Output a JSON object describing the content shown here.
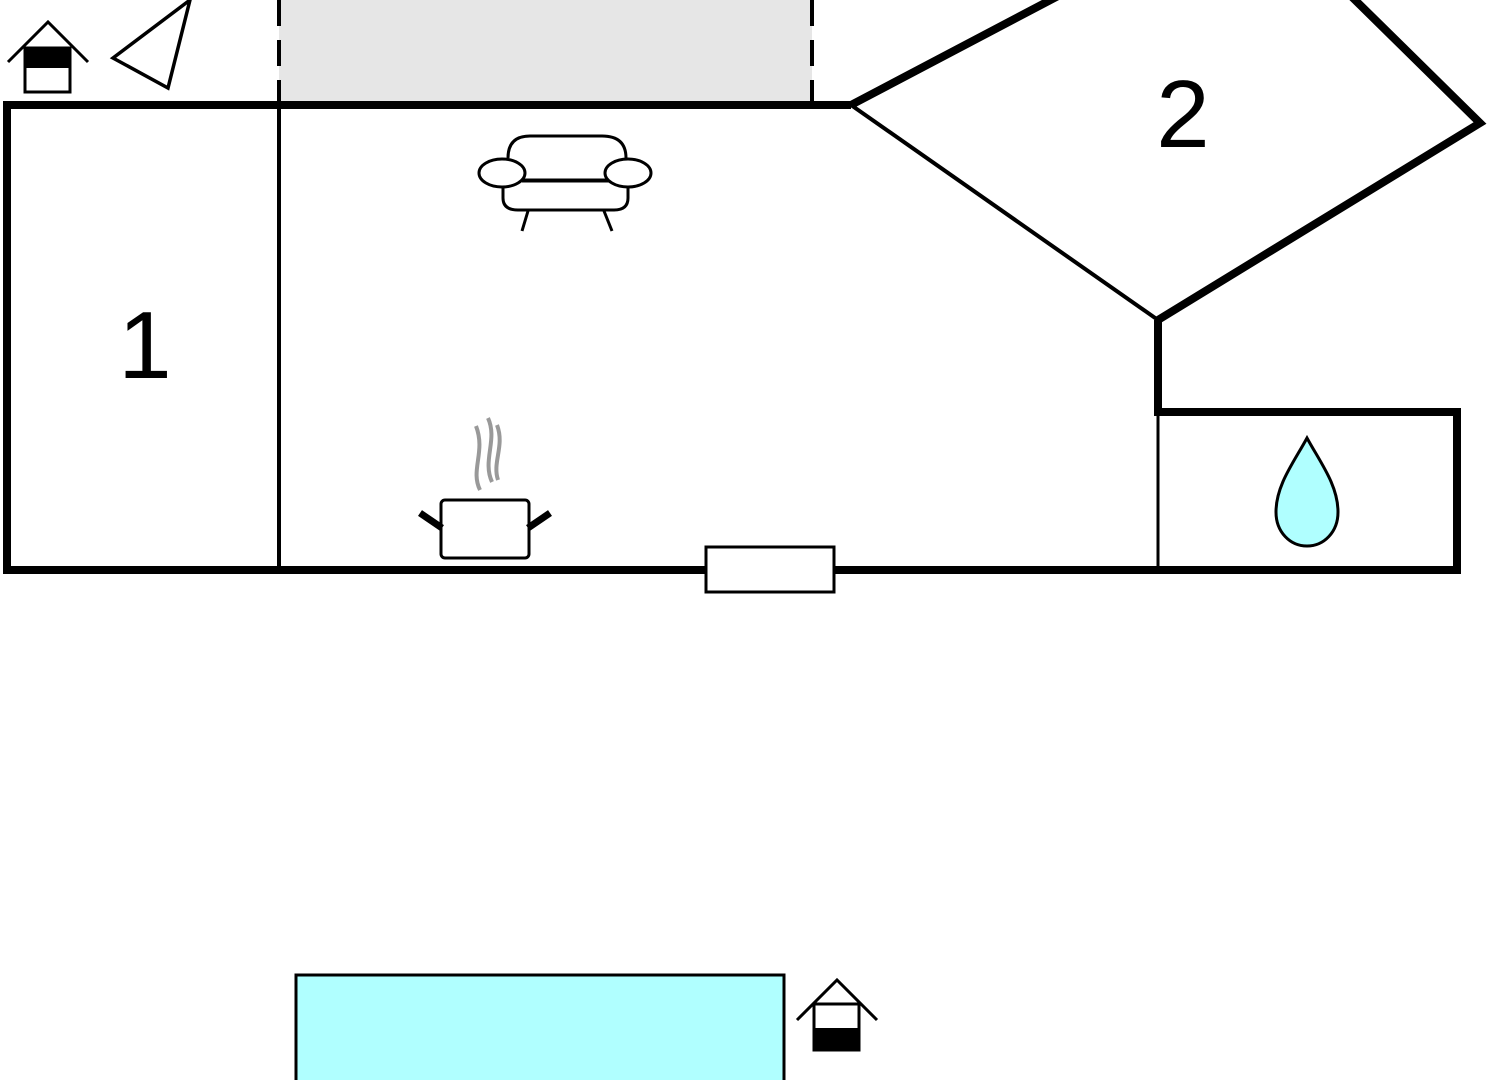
{
  "rooms": [
    {
      "label": "1"
    },
    {
      "label": "2"
    }
  ],
  "icons": [
    "outdoor-shed-icon",
    "terrace-roof-icon",
    "covered-terrace-area",
    "sofa-icon",
    "cooking-pot-icon",
    "water-drop-icon",
    "entrance-door-icon",
    "swimming-pool",
    "pool-house-icon"
  ],
  "colors": {
    "wall": "#000000",
    "terrace_fill": "#e6e6e6",
    "water": "#b0ffff",
    "steam": "#999999"
  }
}
